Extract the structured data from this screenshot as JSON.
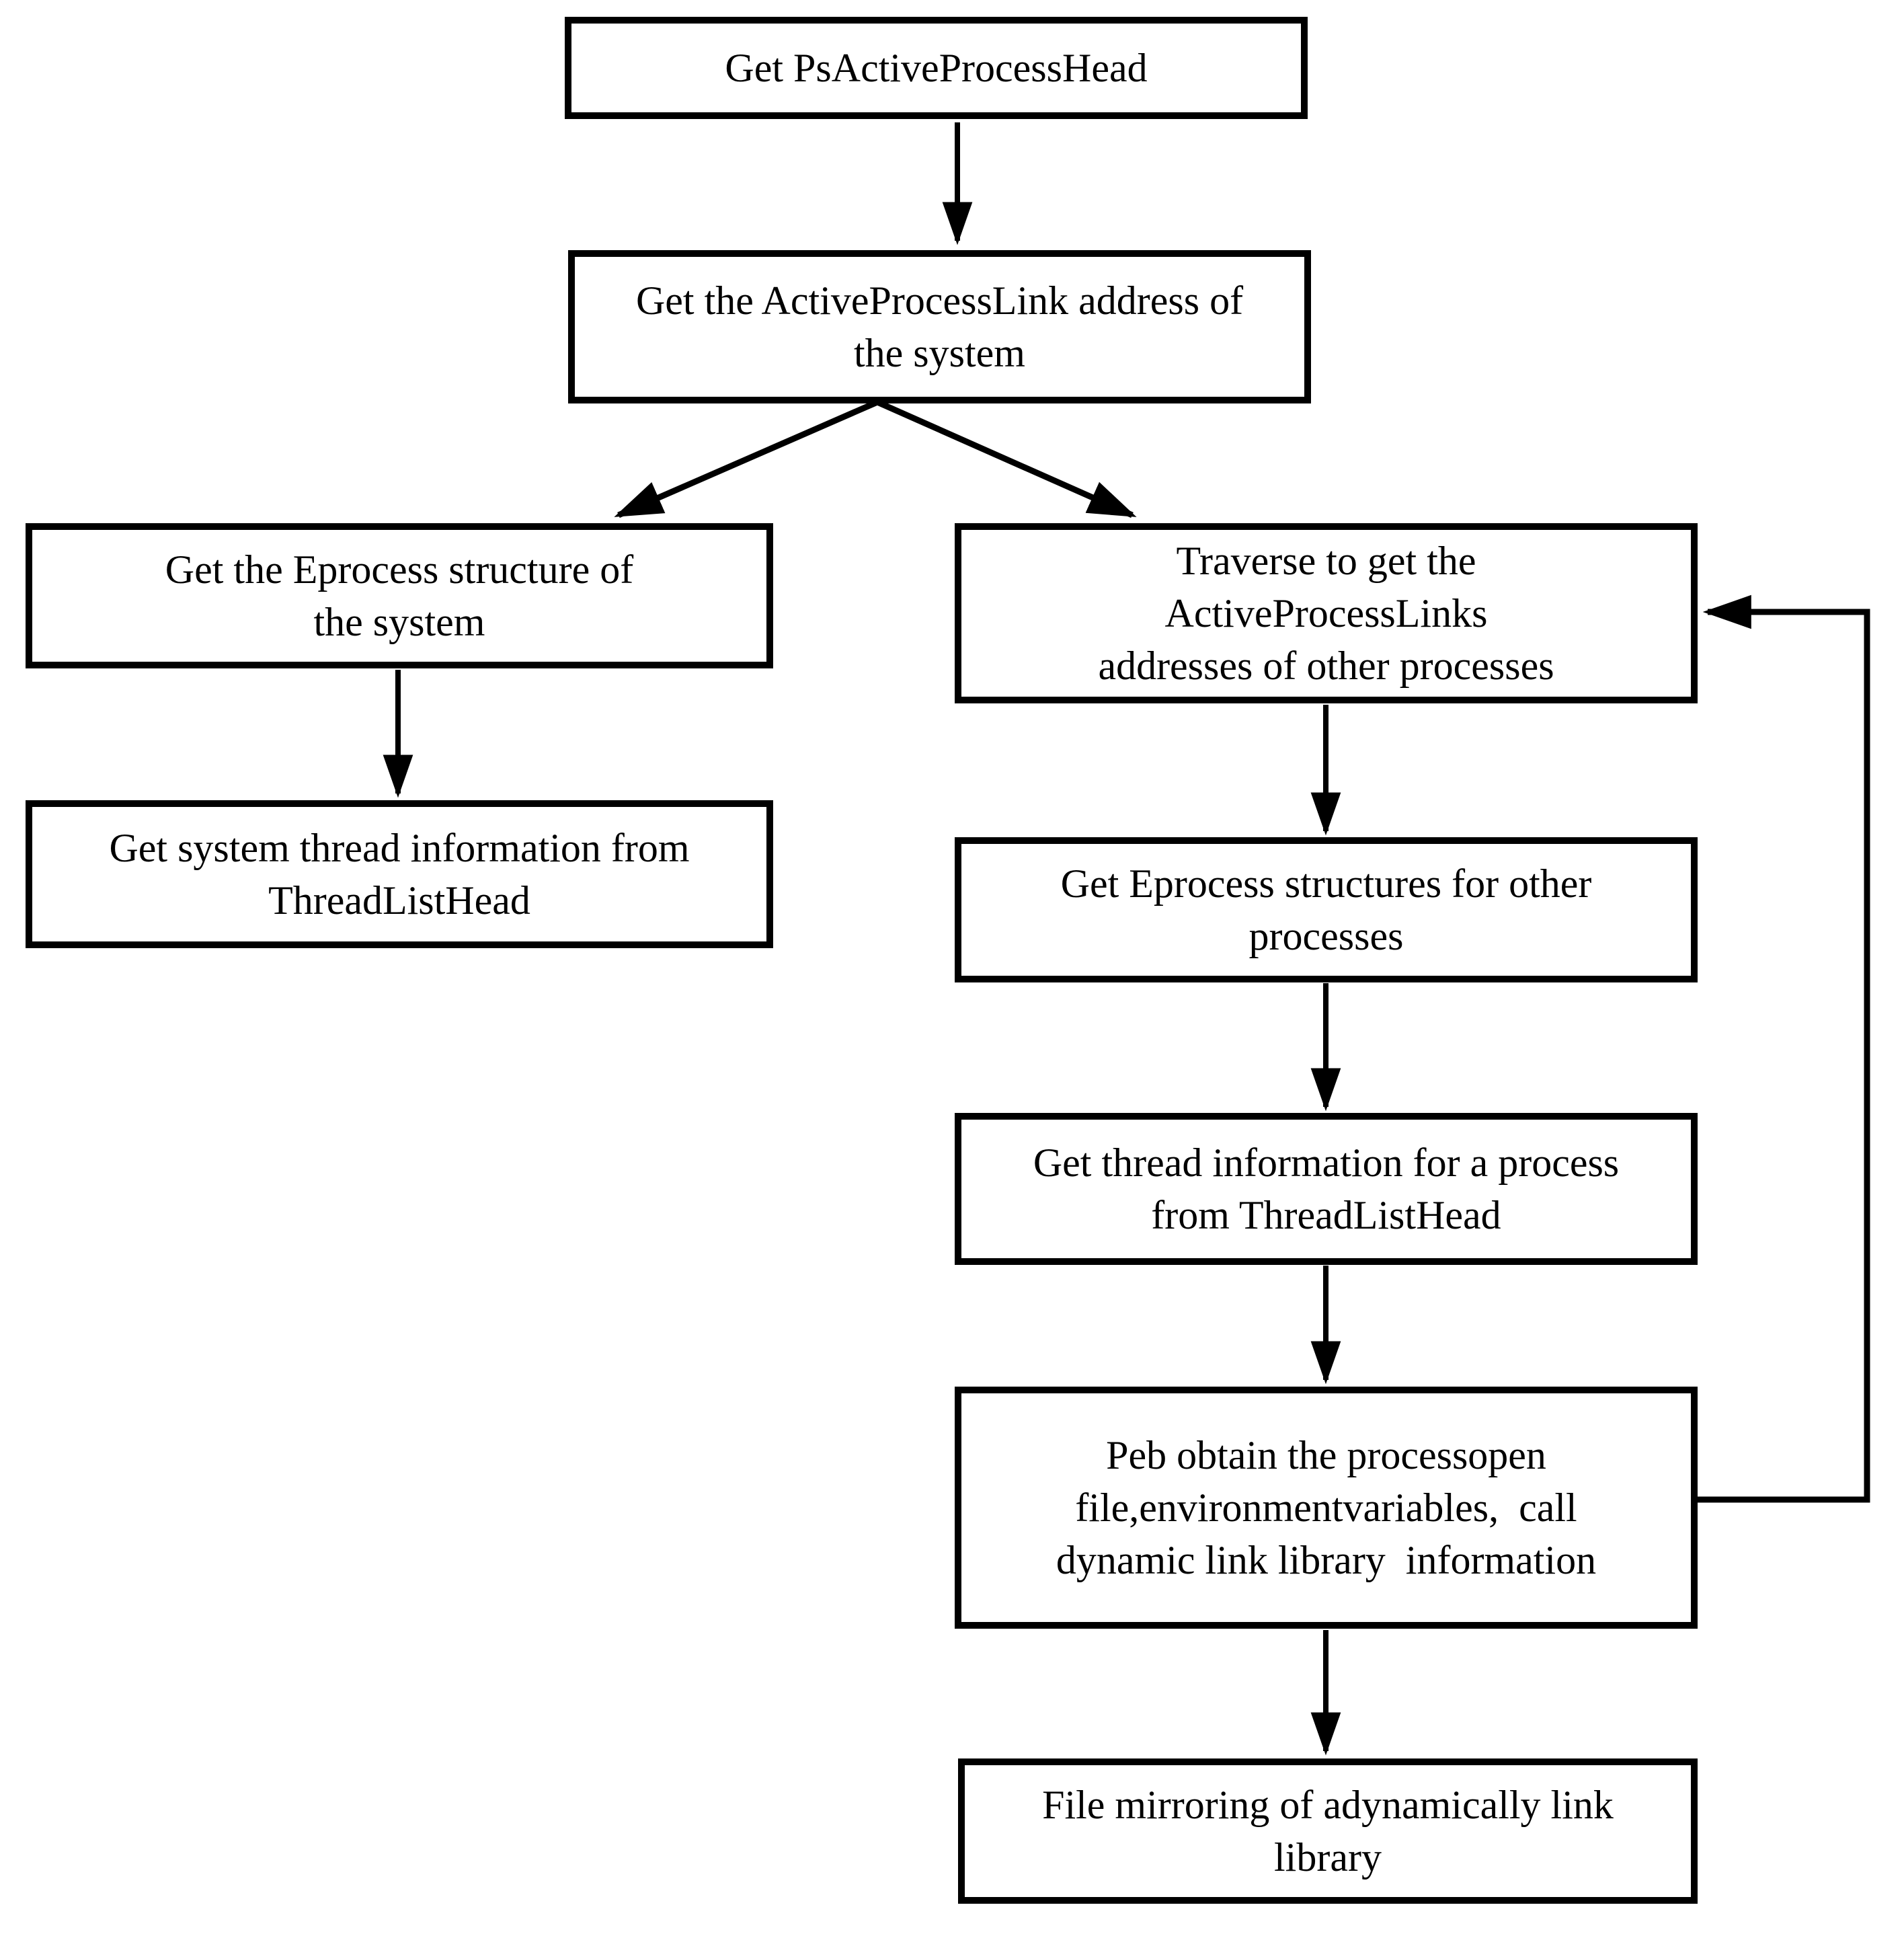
{
  "page": {
    "background": "#ffffff"
  },
  "diagram": {
    "type": "flowchart",
    "colors": {
      "line": "#000000",
      "text": "#000000",
      "box_fill": "#ffffff"
    },
    "boxes": {
      "ps_active_process_head": {
        "lines": [
          "Get PsActiveProcessHead"
        ]
      },
      "active_process_link_address": {
        "lines": [
          "Get the ActiveProcessLink address of",
          "the system"
        ]
      },
      "eprocess_structure_system": {
        "lines": [
          "Get the Eprocess structure of",
          "the system"
        ]
      },
      "system_thread_info": {
        "lines": [
          "Get system thread information from",
          "ThreadListHead"
        ]
      },
      "traverse_links": {
        "lines": [
          "Traverse to get the",
          "ActiveProcessLinks",
          "addresses of other processes"
        ]
      },
      "eprocess_other": {
        "lines": [
          "Get Eprocess structures for other",
          "processes"
        ]
      },
      "thread_info_process": {
        "lines": [
          "Get thread information for a process",
          "from ThreadListHead"
        ]
      },
      "peb_obtain": {
        "lines": [
          "Peb obtain the processopen",
          "file,environmentvariables,  call",
          "dynamic link library  information"
        ]
      },
      "file_mirroring": {
        "lines": [
          "File mirroring of adynamically link",
          "library"
        ]
      }
    },
    "edges": [
      {
        "from": "ps_active_process_head",
        "to": "active_process_link_address",
        "style": "arrow-down"
      },
      {
        "from": "active_process_link_address",
        "to": "eprocess_structure_system",
        "style": "arrow-diagonal-left"
      },
      {
        "from": "active_process_link_address",
        "to": "traverse_links",
        "style": "arrow-diagonal-right"
      },
      {
        "from": "eprocess_structure_system",
        "to": "system_thread_info",
        "style": "arrow-down"
      },
      {
        "from": "traverse_links",
        "to": "eprocess_other",
        "style": "arrow-down"
      },
      {
        "from": "eprocess_other",
        "to": "thread_info_process",
        "style": "arrow-down"
      },
      {
        "from": "thread_info_process",
        "to": "peb_obtain",
        "style": "arrow-down"
      },
      {
        "from": "peb_obtain",
        "to": "file_mirroring",
        "style": "arrow-down"
      },
      {
        "from": "peb_obtain",
        "to": "traverse_links",
        "style": "loop-right-up"
      }
    ]
  }
}
